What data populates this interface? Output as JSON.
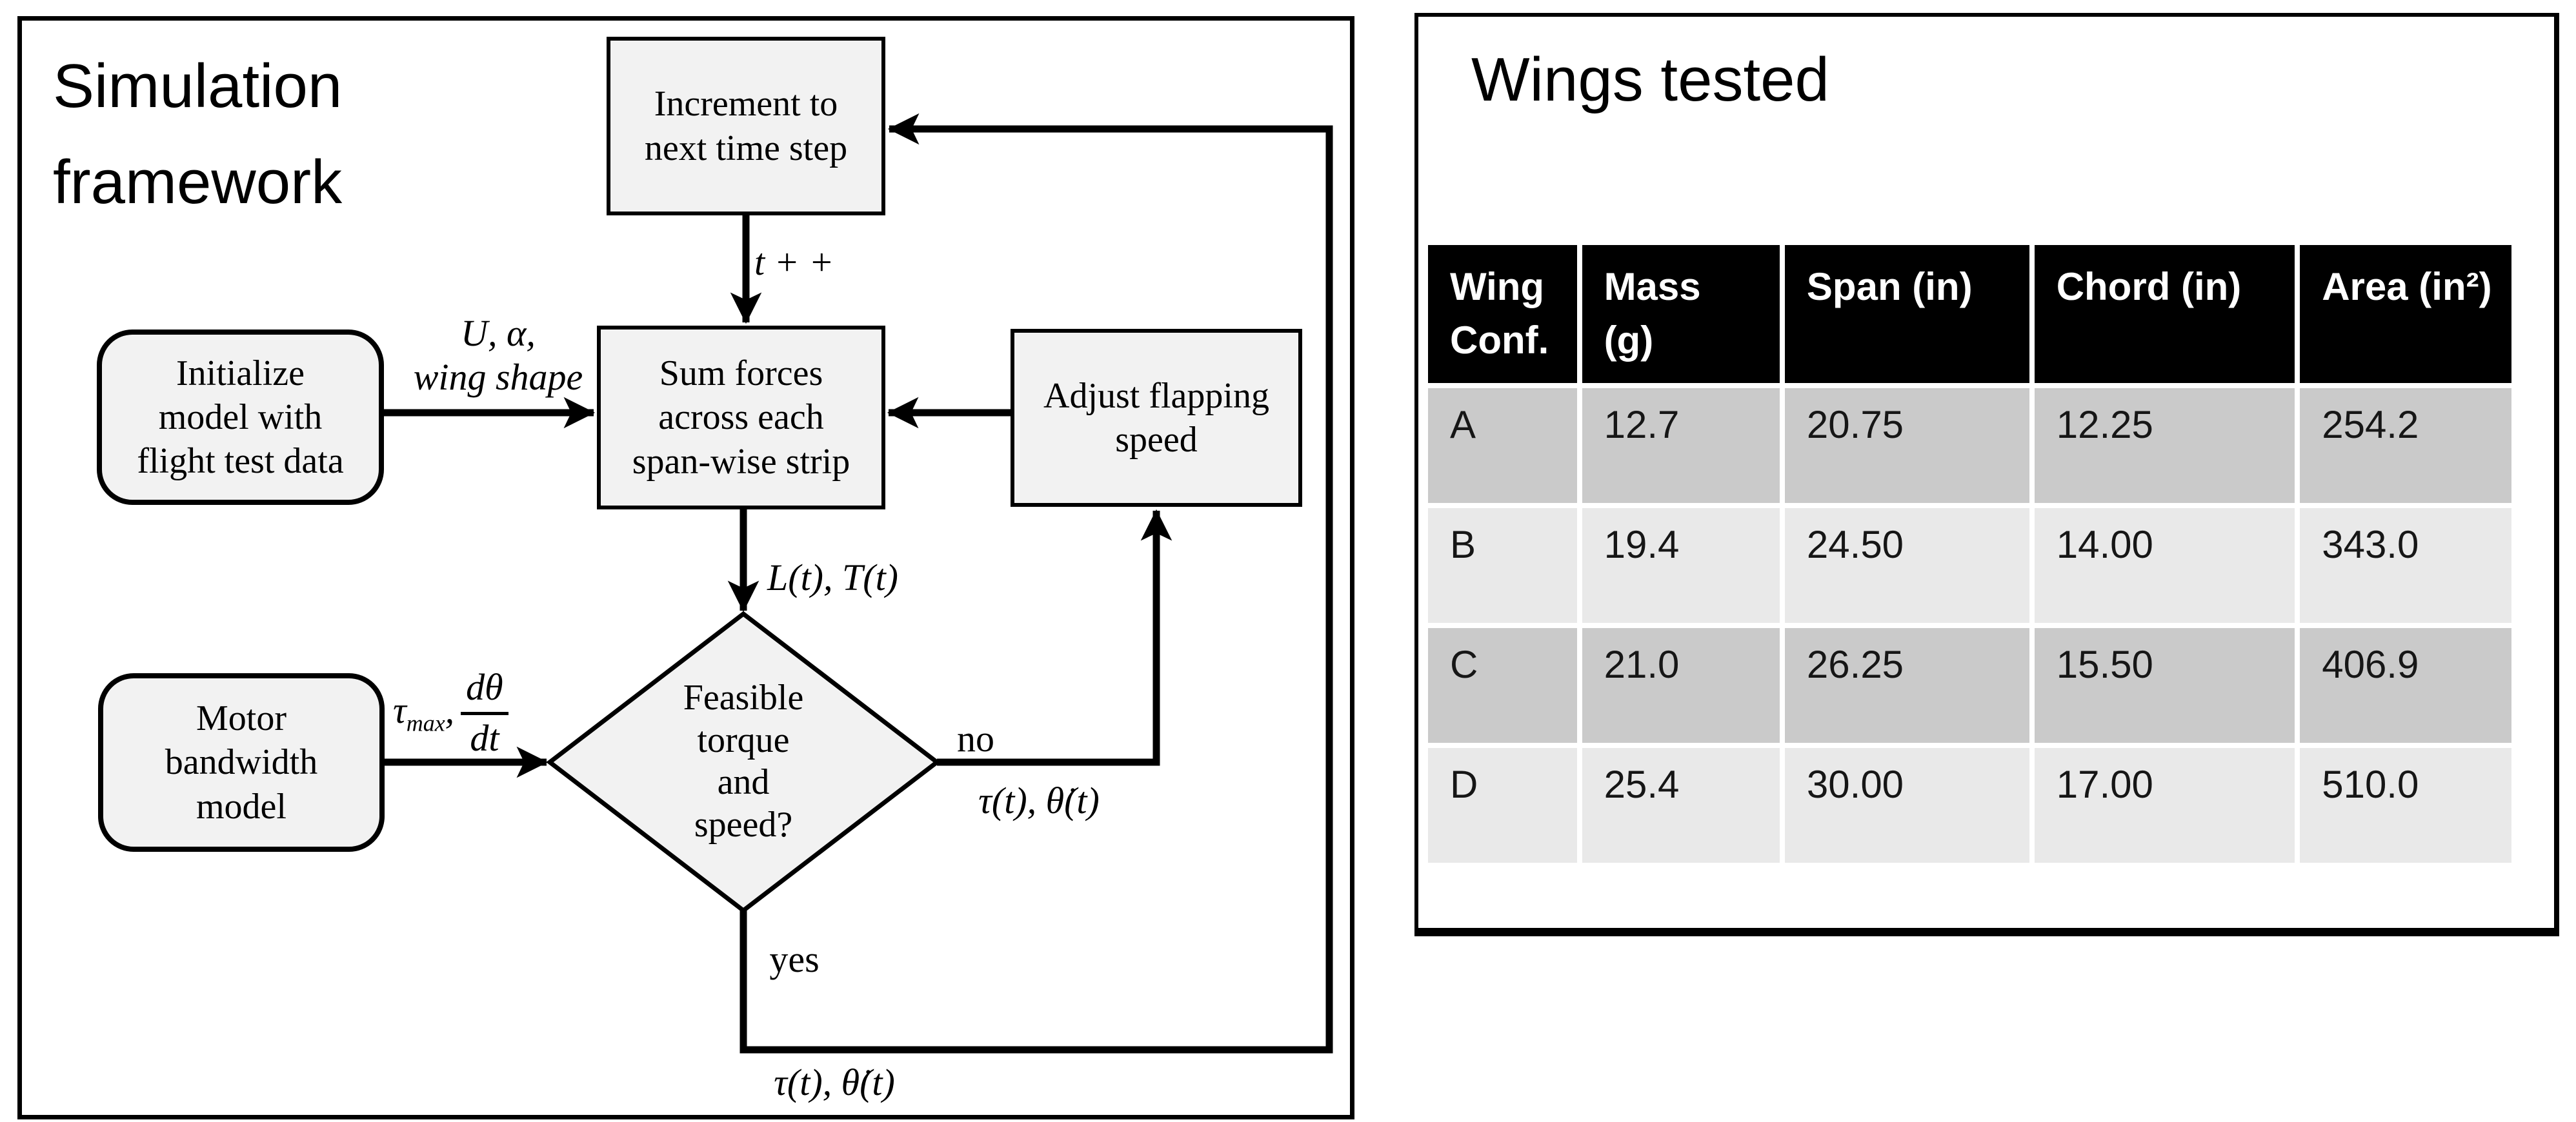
{
  "colors": {
    "background": "#ffffff",
    "panel_border": "#000000",
    "node_fill": "#f2f2f2",
    "line_color": "#000000",
    "table_header_bg": "#000000",
    "table_header_text": "#ffffff",
    "table_row_dark": "#cacaca",
    "table_row_light": "#e9e9e9"
  },
  "left_panel": {
    "title": "Simulation framework",
    "nodes": {
      "increment": [
        "Increment to",
        "next time step"
      ],
      "sum_forces": [
        "Sum forces",
        "across each",
        "span-wise strip"
      ],
      "adjust": [
        "Adjust flapping",
        "speed"
      ],
      "initialize": [
        "Initialize",
        "model with",
        "flight test data"
      ],
      "motor": [
        "Motor",
        "bandwidth",
        "model"
      ],
      "decision": [
        "Feasible",
        "torque",
        "and",
        "speed?"
      ]
    },
    "labels": {
      "time_step": "t + +",
      "init_out_line1": "U, α,",
      "init_out_line2": "wing shape",
      "forces_out": "L(t), T(t)",
      "motor_out_base": "τ",
      "motor_out_sub": "max",
      "motor_out_comma": ",",
      "motor_out_num": "dθ",
      "motor_out_den": "dt",
      "branch_no": "no",
      "branch_yes": "yes",
      "no_signals": "τ(t), θ̇(t)",
      "yes_signals": "τ(t), θ̇(t)"
    }
  },
  "right_panel": {
    "title": "Wings tested",
    "table": {
      "headers": [
        [
          "Wing",
          "Conf."
        ],
        [
          "Mass",
          "(g)"
        ],
        [
          "Span (in)"
        ],
        [
          "Chord (in)"
        ],
        [
          "Area (in²)"
        ]
      ],
      "rows": [
        [
          "A",
          "12.7",
          "20.75",
          "12.25",
          "254.2"
        ],
        [
          "B",
          "19.4",
          "24.50",
          "14.00",
          "343.0"
        ],
        [
          "C",
          "21.0",
          "26.25",
          "15.50",
          "406.9"
        ],
        [
          "D",
          "25.4",
          "30.00",
          "17.00",
          "510.0"
        ]
      ]
    }
  }
}
